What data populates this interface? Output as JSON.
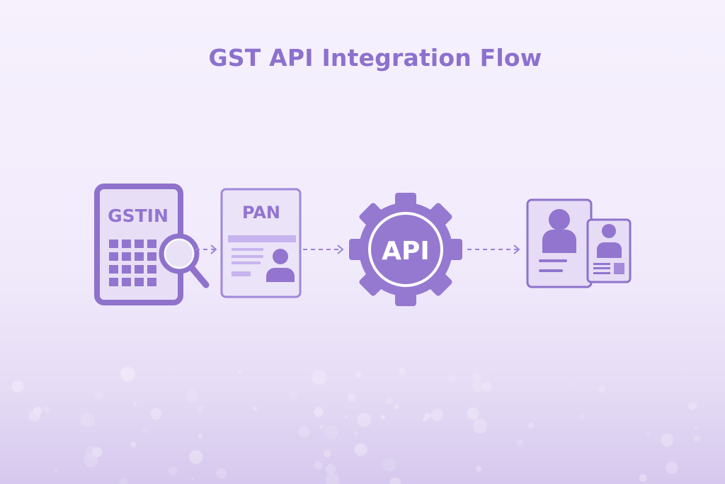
{
  "title": "GST API Integration Flow",
  "steps": [
    {
      "label": "GSTIN",
      "icon": "gstin-tablet-with-magnifier"
    },
    {
      "label": "PAN",
      "icon": "pan-card-document"
    },
    {
      "label": "API",
      "icon": "gear"
    },
    {
      "label": "",
      "icon": "id-cards"
    }
  ],
  "colors": {
    "primary": "#8e72cc",
    "light": "#e6dcf5",
    "bar": "#c7b4ee"
  }
}
